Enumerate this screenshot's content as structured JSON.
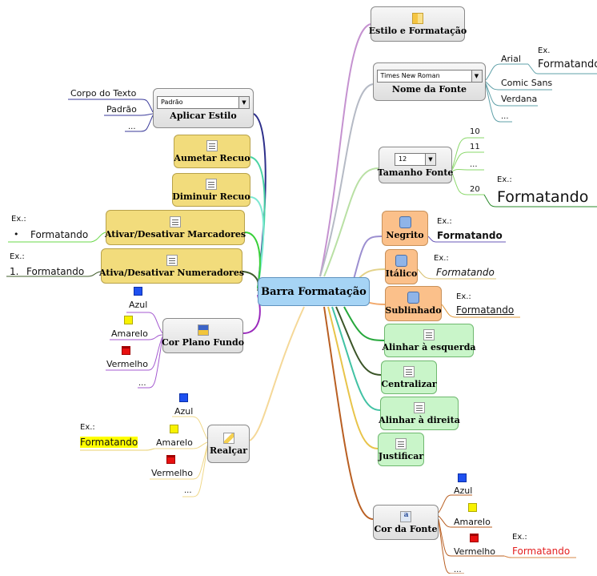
{
  "root": {
    "label": "Barra Formatação"
  },
  "colors": {
    "root_fill": "#a6d4f5",
    "yellow_node": "#f2dc7c",
    "orange_node": "#fbc08a",
    "green_node": "#c9f5c9",
    "gray_node": "#e9e9e9",
    "highlight": "#ffff00",
    "red_text": "#e32020"
  },
  "right": {
    "estilo": {
      "label": "Estilo e Formatação",
      "icon": "styles-pane-icon"
    },
    "nome_fonte": {
      "label": "Nome da Fonte",
      "combo_value": "Times New Roman",
      "options": [
        "Arial",
        "Comic Sans",
        "Verdana",
        "..."
      ],
      "example": {
        "prefix": "Ex.",
        "text": "Formatando"
      }
    },
    "tamanho": {
      "label": "Tamanho Fonte",
      "combo_value": "12",
      "options": [
        "10",
        "11",
        "...",
        "20"
      ],
      "example": {
        "prefix": "Ex.:",
        "text": "Formatando"
      }
    },
    "negrito": {
      "label": "Negrito",
      "icon": "bold-icon",
      "example": {
        "prefix": "Ex.:",
        "text": "Formatando"
      }
    },
    "italico": {
      "label": "Itálico",
      "icon": "italic-icon",
      "example": {
        "prefix": "Ex.:",
        "text": "Formatando"
      }
    },
    "sublinhado": {
      "label": "Sublinhado",
      "icon": "underline-icon",
      "example": {
        "prefix": "Ex.:",
        "text": "Formatando"
      }
    },
    "alinhar_esq": {
      "label": "Alinhar à esquerda",
      "icon": "align-left-icon"
    },
    "centralizar": {
      "label": "Centralizar",
      "icon": "align-center-icon"
    },
    "alinhar_dir": {
      "label": "Alinhar à direita",
      "icon": "align-right-icon"
    },
    "justificar": {
      "label": "Justificar",
      "icon": "justify-icon"
    },
    "cor_fonte": {
      "label": "Cor da Fonte",
      "icon": "font-color-icon",
      "options": [
        "Azul",
        "Amarelo",
        "Vermelho",
        "..."
      ],
      "example": {
        "prefix": "Ex.:",
        "text": "Formatando"
      }
    }
  },
  "left": {
    "aplicar_estilo": {
      "label": "Aplicar Estilo",
      "combo_value": "Padrão",
      "options": [
        "Corpo do Texto",
        "Padrão",
        "..."
      ]
    },
    "aumentar_recuo": {
      "label": "Aumetar Recuo",
      "icon": "increase-indent-icon"
    },
    "diminuir_recuo": {
      "label": "Diminuir Recuo",
      "icon": "decrease-indent-icon"
    },
    "marcadores": {
      "label": "Ativar/Desativar Marcadores",
      "icon": "bullets-icon",
      "example": {
        "prefix": "Ex.:",
        "bullet": "•",
        "text": "Formatando"
      }
    },
    "numeradores": {
      "label": "Ativa/Desativar Numeradores",
      "icon": "numbering-icon",
      "example": {
        "prefix": "Ex.:",
        "number": "1.",
        "text": "Formatando"
      }
    },
    "cor_plano": {
      "label": "Cor Plano Fundo",
      "icon": "background-color-icon",
      "options": [
        "Azul",
        "Amarelo",
        "Vermelho",
        "..."
      ]
    },
    "realcar": {
      "label": "Realçar",
      "icon": "highlight-icon",
      "options": [
        "Azul",
        "Amarelo",
        "Vermelho",
        "..."
      ],
      "example": {
        "prefix": "Ex.:",
        "text": "Formatando"
      }
    }
  }
}
